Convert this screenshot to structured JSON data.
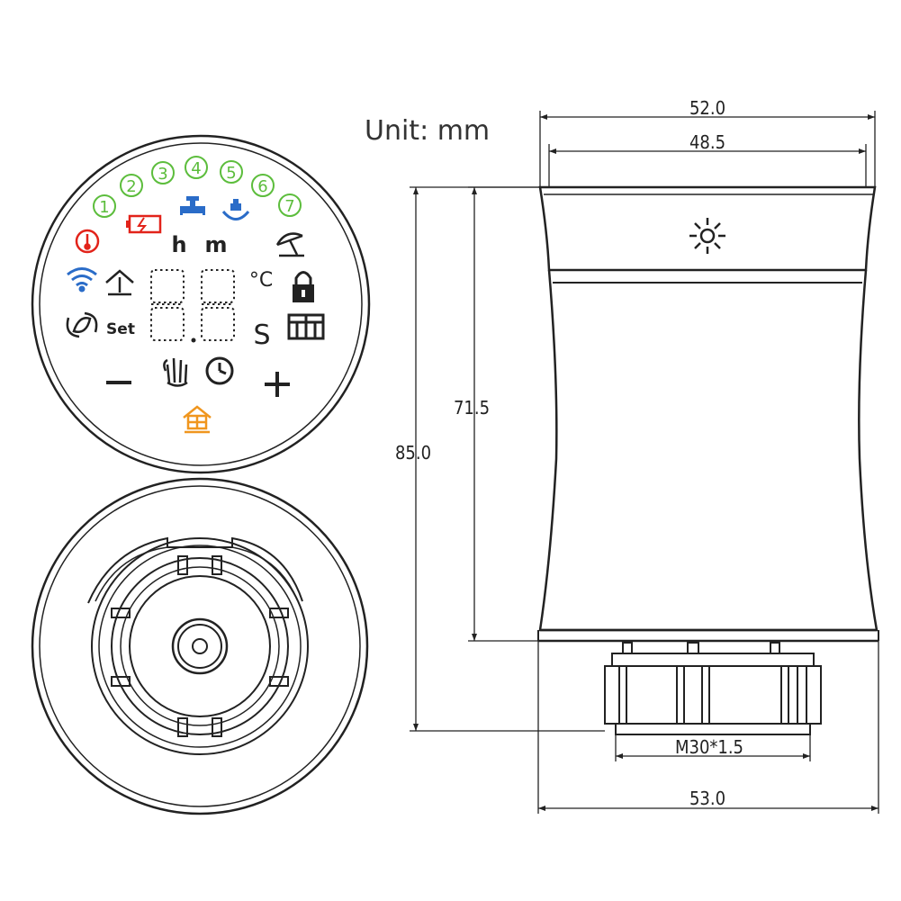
{
  "unit_label": "Unit: mm",
  "dimensions": {
    "top_outer_width": "52.0",
    "top_inner_width": "48.5",
    "body_height": "71.5",
    "total_height": "85.0",
    "thread": "M30*1.5",
    "bottom_width": "53.0"
  },
  "display_panel": {
    "numbered_modes": [
      "1",
      "2",
      "3",
      "4",
      "5",
      "6",
      "7"
    ],
    "hour_label": "h",
    "minute_label": "m",
    "set_label": "Set",
    "celsius_label": "°C",
    "s_label": "S",
    "minus_label": "—",
    "plus_label": "+",
    "icons": [
      "thermometer-icon",
      "battery-icon",
      "valve-icon",
      "valve-rotate-icon",
      "beach-umbrella-icon",
      "wifi-icon",
      "home-temperature-icon",
      "lock-icon",
      "eco-icon",
      "window-icon",
      "hand-icon",
      "clock-icon",
      "home-schedule-icon"
    ],
    "colors": {
      "numbered_mode": "#5cbd3c",
      "alert": "#e2231a",
      "accent_blue": "#2a6cc8",
      "home_orange": "#f0961e",
      "ink": "#222222"
    }
  },
  "side_view": {
    "top_button_icon": "sun-icon"
  }
}
